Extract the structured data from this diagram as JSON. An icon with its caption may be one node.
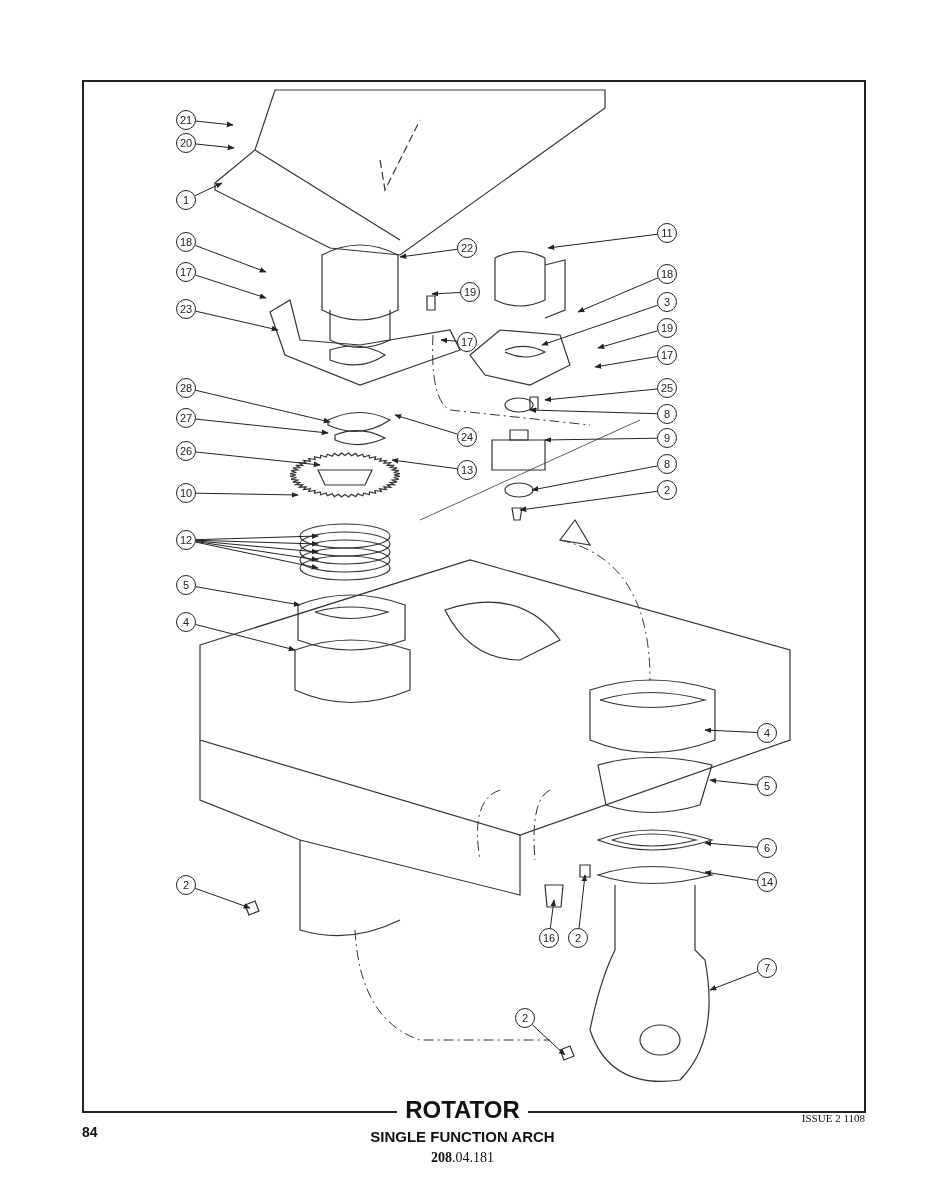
{
  "diagram": {
    "title": "ROTATOR",
    "nodes": [
      {
        "text": [
          "21"
        ]
      },
      {
        "text": [
          "20"
        ]
      },
      {
        "text": [
          "1"
        ]
      },
      {
        "text": [
          "11"
        ]
      },
      {
        "text": [
          "18"
        ]
      },
      {
        "text": [
          "22"
        ]
      },
      {
        "text": [
          "17"
        ]
      },
      {
        "text": [
          "18"
        ]
      },
      {
        "text": [
          "19"
        ]
      },
      {
        "text": [
          "3"
        ]
      },
      {
        "text": [
          "23"
        ]
      },
      {
        "text": [
          "19"
        ]
      },
      {
        "text": [
          "17"
        ]
      },
      {
        "text": [
          "17"
        ]
      },
      {
        "text": [
          "28"
        ]
      },
      {
        "text": [
          "25"
        ]
      },
      {
        "text": [
          "8"
        ]
      },
      {
        "text": [
          "27"
        ]
      },
      {
        "text": [
          "24"
        ]
      },
      {
        "text": [
          "9"
        ]
      },
      {
        "text": [
          "26"
        ]
      },
      {
        "text": [
          "8"
        ]
      },
      {
        "text": [
          "13"
        ]
      },
      {
        "text": [
          "2"
        ]
      },
      {
        "text": [
          "10"
        ]
      },
      {
        "text": [
          "12"
        ]
      },
      {
        "text": [
          "5"
        ]
      },
      {
        "text": [
          "4"
        ]
      },
      {
        "text": [
          "4"
        ]
      },
      {
        "text": [
          "5"
        ]
      },
      {
        "text": [
          "6"
        ]
      },
      {
        "text": [
          "14"
        ]
      },
      {
        "text": [
          "2"
        ]
      },
      {
        "text": [
          "16"
        ]
      },
      {
        "text": [
          "2"
        ]
      },
      {
        "text": [
          "7"
        ]
      },
      {
        "text": [
          "2"
        ]
      }
    ],
    "edges": [
      {
        "from": 0,
        "to": null,
        "arrow": "to"
      },
      {
        "from": 1,
        "to": null,
        "arrow": "to"
      },
      {
        "from": 2,
        "to": null,
        "arrow": "to"
      },
      {
        "from": 3,
        "to": null,
        "arrow": "to"
      },
      {
        "from": 4,
        "to": null,
        "arrow": "to"
      },
      {
        "from": 5,
        "to": null,
        "arrow": "to"
      },
      {
        "from": 6,
        "to": null,
        "arrow": "to"
      },
      {
        "from": 7,
        "to": null,
        "arrow": "to"
      },
      {
        "from": 8,
        "to": null,
        "arrow": "to"
      },
      {
        "from": 9,
        "to": null,
        "arrow": "to"
      },
      {
        "from": 10,
        "to": null,
        "arrow": "to"
      },
      {
        "from": 11,
        "to": null,
        "arrow": "to"
      },
      {
        "from": 12,
        "to": null,
        "arrow": "to"
      },
      {
        "from": 13,
        "to": null,
        "arrow": "to"
      },
      {
        "from": 14,
        "to": null,
        "arrow": "to"
      },
      {
        "from": 15,
        "to": null,
        "arrow": "to"
      },
      {
        "from": 16,
        "to": null,
        "arrow": "to"
      },
      {
        "from": 17,
        "to": null,
        "arrow": "to"
      },
      {
        "from": 18,
        "to": null,
        "arrow": "to"
      },
      {
        "from": 19,
        "to": null,
        "arrow": "to"
      },
      {
        "from": 20,
        "to": null,
        "arrow": "to"
      },
      {
        "from": 21,
        "to": null,
        "arrow": "to"
      },
      {
        "from": 22,
        "to": null,
        "arrow": "to"
      },
      {
        "from": 23,
        "to": null,
        "arrow": "to"
      },
      {
        "from": 24,
        "to": null,
        "arrow": "to"
      },
      {
        "from": 25,
        "to": null,
        "arrow": "to"
      },
      {
        "from": 25,
        "to": null,
        "arrow": "to"
      },
      {
        "from": 25,
        "to": null,
        "arrow": "to"
      },
      {
        "from": 25,
        "to": null,
        "arrow": "to"
      },
      {
        "from": 25,
        "to": null,
        "arrow": "to"
      },
      {
        "from": 26,
        "to": null,
        "arrow": "to"
      },
      {
        "from": 27,
        "to": null,
        "arrow": "to"
      },
      {
        "from": 28,
        "to": null,
        "arrow": "to"
      },
      {
        "from": 29,
        "to": null,
        "arrow": "to"
      },
      {
        "from": 30,
        "to": null,
        "arrow": "to"
      },
      {
        "from": 31,
        "to": null,
        "arrow": "to"
      },
      {
        "from": 32,
        "to": null,
        "arrow": "to"
      },
      {
        "from": 33,
        "to": null,
        "arrow": "to"
      },
      {
        "from": 34,
        "to": null,
        "arrow": "to"
      },
      {
        "from": 35,
        "to": null,
        "arrow": "to"
      },
      {
        "from": 36,
        "to": null,
        "arrow": "to"
      }
    ],
    "labels": [
      "84",
      "SINGLE FUNCTION ARCH",
      "**208**.04.181",
      "ISSUE 2 1108"
    ]
  }
}
